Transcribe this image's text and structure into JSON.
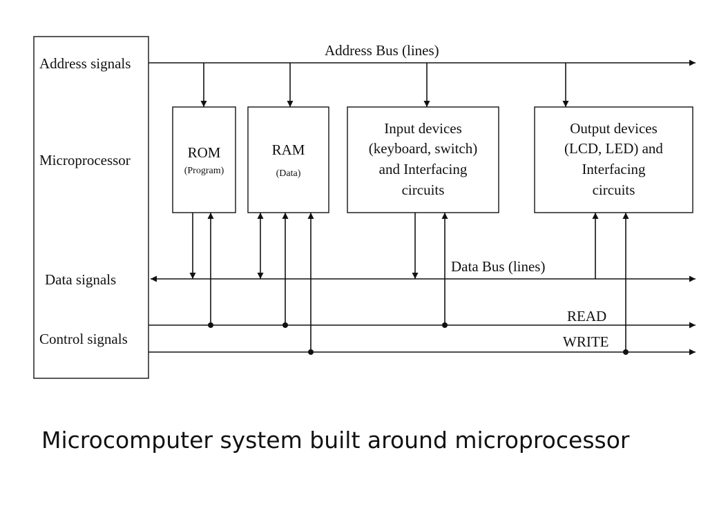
{
  "diagram": {
    "microprocessor": {
      "label": "Microprocessor",
      "address_signals": "Address signals",
      "data_signals": "Data signals",
      "control_signals": "Control signals"
    },
    "buses": {
      "address": "Address Bus (lines)",
      "data": "Data Bus (lines)",
      "read": "READ",
      "write": "WRITE"
    },
    "rom": {
      "title": "ROM",
      "subtitle": "(Program)"
    },
    "ram": {
      "title": "RAM",
      "subtitle": "(Data)"
    },
    "input": {
      "lines": [
        "Input devices",
        "(keyboard, switch)",
        "and Interfacing",
        "circuits"
      ]
    },
    "output": {
      "lines": [
        "Output devices",
        "(LCD, LED) and",
        "Interfacing",
        "circuits"
      ]
    }
  },
  "caption": "Microcomputer system built around microprocessor"
}
